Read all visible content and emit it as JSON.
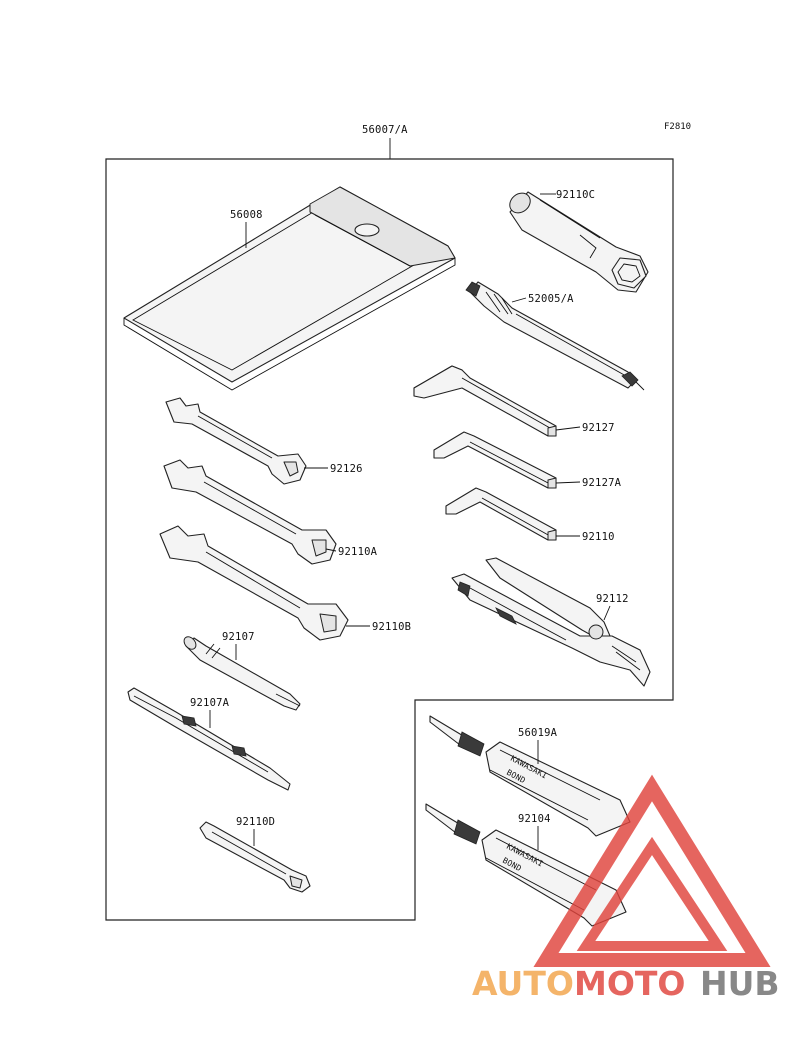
{
  "figure_code": "F2810",
  "kit_label": "56007/A",
  "parts": {
    "p56008": "56008",
    "p92110C": "92110C",
    "p52005A": "52005/A",
    "p92127": "92127",
    "p92127A": "92127A",
    "p92110": "92110",
    "p92112": "92112",
    "p92126": "92126",
    "p92110A": "92110A",
    "p92110B": "92110B",
    "p92107": "92107",
    "p92107A": "92107A",
    "p92110D": "92110D",
    "p56019A": "56019A",
    "p92104": "92104"
  },
  "tube_text": {
    "brand": "KAWASAKI",
    "product": "BOND"
  },
  "watermark": {
    "part1": "AUTO",
    "part2": "MOTO",
    "part3": "HUB",
    "color_orange": "#f2a44a",
    "color_red": "#e0443c",
    "color_gray": "#6e6e6e"
  }
}
